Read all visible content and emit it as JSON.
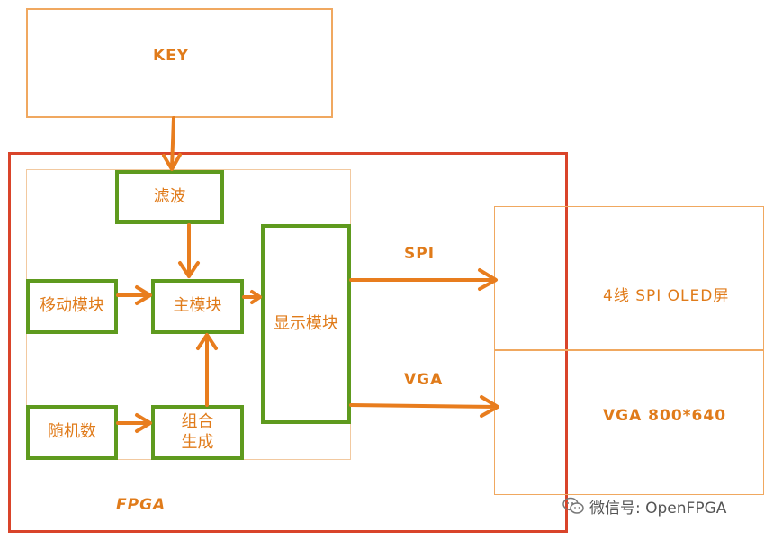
{
  "labels": {
    "key": "KEY",
    "fpga": "FPGA",
    "spi": "SPI",
    "vga": "VGA",
    "oled_screen": "4线 SPI OLED屏",
    "vga_screen": "VGA 800*640"
  },
  "modules": {
    "filter": "滤波",
    "main": "主模块",
    "move": "移动模块",
    "random": "随机数",
    "combo_line1": "组合",
    "combo_line2": "生成",
    "display": "显示模块"
  },
  "watermark": "微信号: OpenFPGA",
  "colors": {
    "arrow": "#e87d1e",
    "module_border": "#5e9a1e",
    "fpga_border": "#d9442a",
    "text": "#e07b1a"
  },
  "icons": {
    "watermark": "wechat-icon"
  }
}
